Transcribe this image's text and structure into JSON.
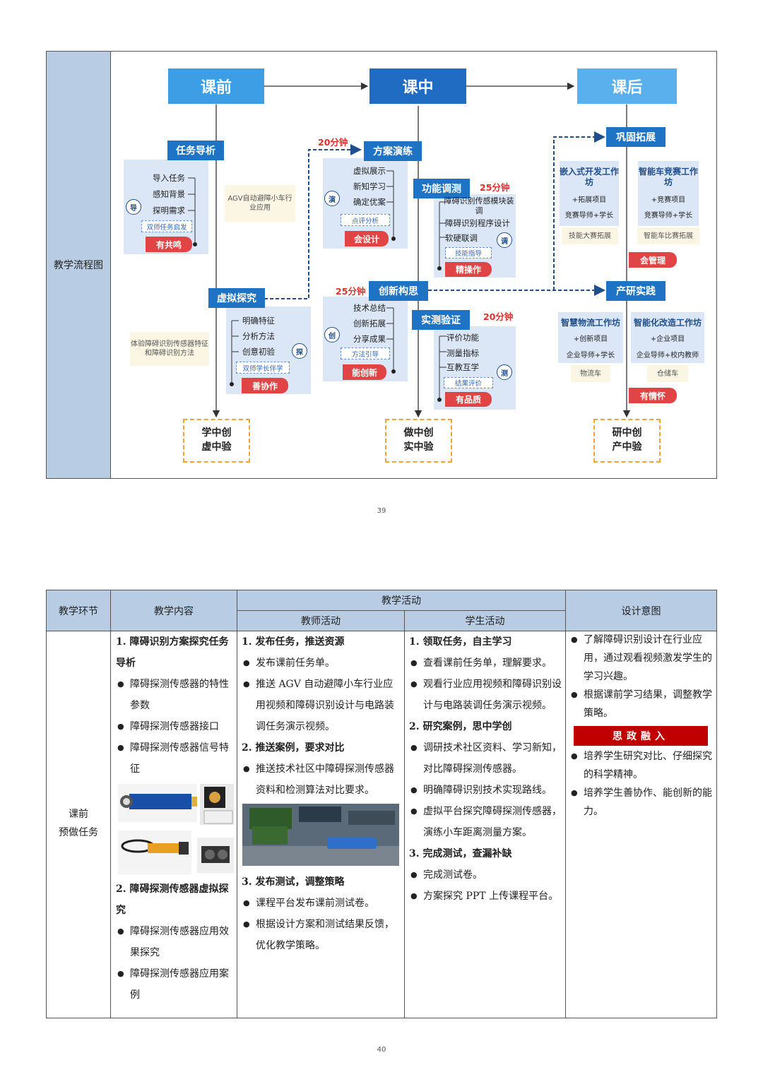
{
  "flow": {
    "left_label": "教学流程图",
    "phases": [
      "课前",
      "课中",
      "课后"
    ],
    "pre": {
      "task_title": "任务导析",
      "task_items": [
        "导入任务",
        "感知背景",
        "探明需求"
      ],
      "task_circle": "导",
      "task_dashed": "双师任务启发",
      "task_red": "有共鸣",
      "note1": "AGV自动避障小车行业应用",
      "virtual_title": "虚拟探究",
      "virtual_items": [
        "明确特征",
        "分析方法",
        "创意初验"
      ],
      "virtual_circle": "探",
      "virtual_dashed": "双师学长伴学",
      "virtual_red": "善协作",
      "note2": "体验障碍识别传感器特征和障碍识别方法",
      "outcome": [
        "学中创",
        "虚中验"
      ]
    },
    "mid": {
      "time1": "20分钟",
      "plan_title": "方案演练",
      "plan_items": [
        "虚拟展示",
        "新知学习",
        "确定优案"
      ],
      "plan_circle": "演",
      "plan_dashed": "点评分析",
      "plan_red": "会设计",
      "func_title": "功能调测",
      "time2": "25分钟",
      "func_items": [
        "障碍识别传感模块装调",
        "障碍识别程序设计",
        "软硬联调"
      ],
      "func_circle": "调",
      "func_dashed": "技能指导",
      "func_red": "精操作",
      "time3": "25分钟",
      "innov_title": "创新构思",
      "innov_items": [
        "技术总结",
        "创新拓展",
        "分享成果"
      ],
      "innov_circle": "创",
      "innov_dashed": "方法引导",
      "innov_red": "能创新",
      "test_title": "实测验证",
      "time4": "20分钟",
      "test_items": [
        "评价功能",
        "测量指标",
        "互教互学"
      ],
      "test_circle": "测",
      "test_dashed": "结果评价",
      "test_red": "有品质",
      "outcome": [
        "做中创",
        "实中验"
      ]
    },
    "post": {
      "consolidate_title": "巩固拓展",
      "card1": {
        "title": "嵌入式开发工作坊",
        "lines": [
          "+拓展项目",
          "竞赛导师+学长"
        ],
        "note": "技能大赛拓展"
      },
      "card2": {
        "title": "智能车竞赛工作坊",
        "lines": [
          "+竞赛项目",
          "竞赛导师+学长"
        ],
        "note": "智能车比赛拓展"
      },
      "red1": "会管理",
      "practice_title": "产研实践",
      "card3": {
        "title": "智慧物流工作坊",
        "lines": [
          "+创新项目",
          "企业导师+学长"
        ],
        "note": "物流车"
      },
      "card4": {
        "title": "智能化改造工作坊",
        "lines": [
          "+企业项目",
          "企业导师+校内教师"
        ],
        "note": "仓储车"
      },
      "red2": "有情怀",
      "outcome": [
        "研中创",
        "产中验"
      ]
    }
  },
  "page_numbers": [
    "39",
    "40"
  ],
  "table": {
    "headers": {
      "stage": "教学环节",
      "content": "教学内容",
      "activity": "教学活动",
      "teacher": "教师活动",
      "student": "学生活动",
      "design": "设计意图"
    },
    "stage_label": [
      "课前",
      "预做任务"
    ],
    "content": {
      "h1": "1. 障碍识别方案探究任务导析",
      "b1": [
        "障碍探测传感器的特性参数",
        "障碍探测传感器接口",
        "障碍探测传感器信号特征"
      ],
      "h2": "2. 障碍探测传感器虚拟探究",
      "b2": [
        "障碍探测传感器应用效果探究",
        "障碍探测传感器应用案例"
      ]
    },
    "teacher": {
      "h1": "1. 发布任务，推送资源",
      "b1": [
        "发布课前任务单。",
        "推送 AGV 自动避障小车行业应用视频和障碍识别设计与电路装调任务演示视频。"
      ],
      "h2": "2. 推送案例，要求对比",
      "b2": [
        "推送技术社区中障碍探测传感器资料和检测算法对比要求。"
      ],
      "h3": "3. 发布测试，调整策略",
      "b3": [
        "课程平台发布课前测试卷。",
        "根据设计方案和测试结果反馈，优化教学策略。"
      ]
    },
    "student": {
      "h1": "1. 领取任务，自主学习",
      "b1": [
        "查看课前任务单，理解要求。",
        "观看行业应用视频和障碍识别设计与电路装调任务演示视频。"
      ],
      "h2": "2. 研究案例，思中学创",
      "b2": [
        "调研技术社区资料、学习新知，对比障碍探测传感器。",
        "明确障碍识别技术实现路线。",
        "虚拟平台探究障碍探测传感器，演练小车距离测量方案。"
      ],
      "h3": "3. 完成测试，查漏补缺",
      "b3": [
        "完成测试卷。",
        "方案探究 PPT 上传课程平台。"
      ]
    },
    "design": {
      "b1": [
        "了解障碍识别设计在行业应用，通过观看视频激发学生的学习兴趣。",
        "根据课前学习结果，调整教学策略。"
      ],
      "red_bar": "思政融入",
      "b2": [
        "培养学生研究对比、仔细探究的科学精神。",
        "培养学生善协作、能创新的能力。"
      ]
    }
  }
}
